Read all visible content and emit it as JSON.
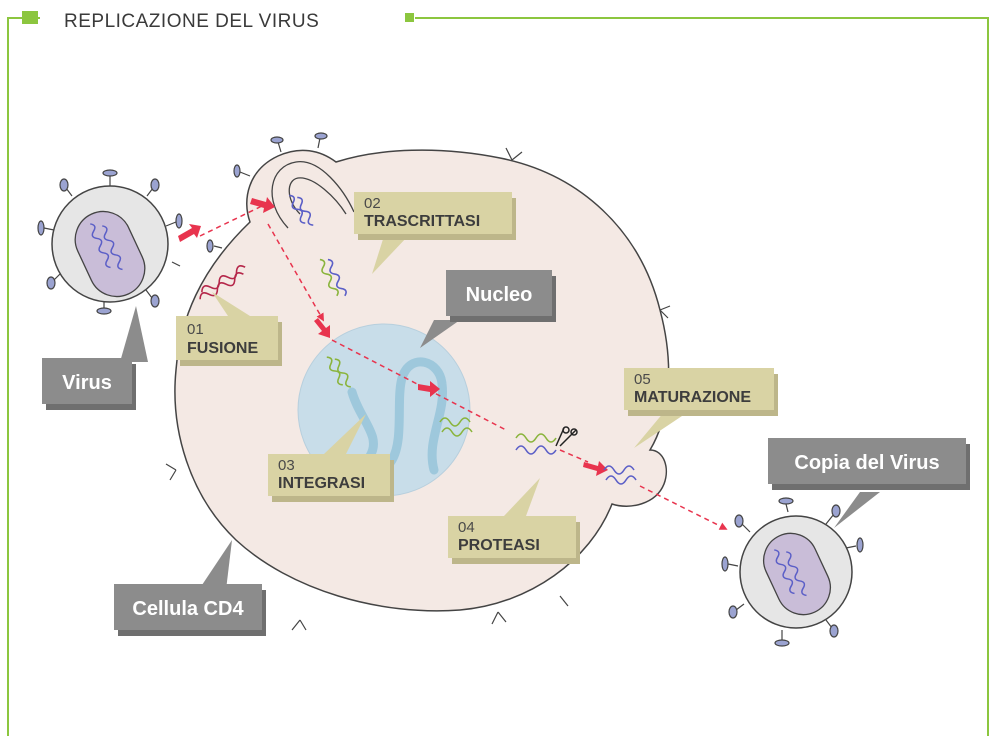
{
  "header": {
    "title": "REPLICAZIONE DEL VIRUS"
  },
  "colors": {
    "frame_green": "#8cc63f",
    "cell_fill": "#f4e9e4",
    "nucleus_fill": "#c8dde9",
    "dna_strand": "#9ec8dc",
    "arrow_red": "#e8344e",
    "rna_blue": "#5b5fc7",
    "dna_green": "#8ab43c",
    "callout_tan": "#d9d3a4",
    "label_grey": "#8c8c8c",
    "virus_fill": "#e6e6e6"
  },
  "labels": {
    "virus": "Virus",
    "virus_copy": "Copia del Virus",
    "nucleus": "Nucleo",
    "cell": "Cellula CD4"
  },
  "steps": [
    {
      "number": "01",
      "name": "FUSIONE"
    },
    {
      "number": "02",
      "name": "TRASCRITTASI"
    },
    {
      "number": "03",
      "name": "INTEGRASI"
    },
    {
      "number": "04",
      "name": "PROTEASI"
    },
    {
      "number": "05",
      "name": "MATURAZIONE"
    }
  ]
}
